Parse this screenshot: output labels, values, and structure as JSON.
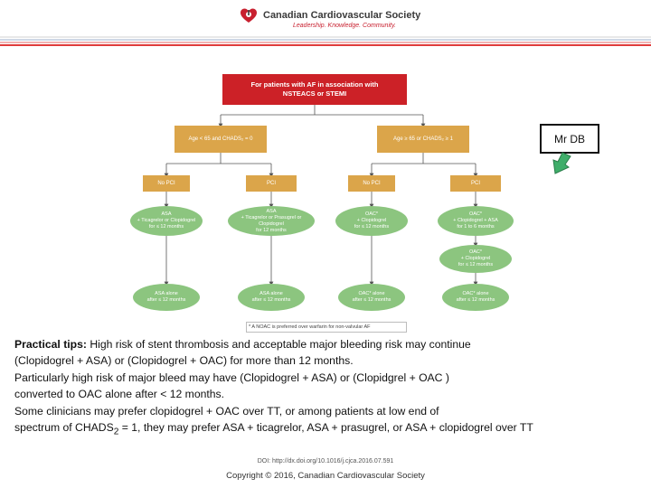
{
  "header": {
    "org_name": "Canadian Cardiovascular Society",
    "tagline": "Leadership. Knowledge. Community."
  },
  "flowchart": {
    "top": {
      "line1": "For patients with AF in association with",
      "line2": "NSTEACS or STEMI"
    },
    "branches": [
      "Age < 65 and CHADS₂ = 0",
      "Age ≥ 65 or CHADS₂ ≥ 1"
    ],
    "pci_boxes": [
      "No PCI",
      "PCI",
      "No PCI",
      "PCI"
    ],
    "therapy_ovals": [
      {
        "l1": "ASA",
        "l2": "+ Ticagrelor or Clopidogrel",
        "l3": "for ≤ 12 months"
      },
      {
        "l1": "ASA",
        "l2": "+ Ticagrelor or Prasugrel or Clopidogrel",
        "l3": "for 12 months"
      },
      {
        "l1": "OAC*",
        "l2": "+ Clopidogrel",
        "l3": "for ≤ 12 months"
      },
      {
        "l1": "OAC*",
        "l2": "+ Clopidogrel + ASA",
        "l3": "for 1 to 6 months"
      }
    ],
    "oac_extra": {
      "l1": "OAC*",
      "l2": "+ Clopidogrel",
      "l3": "for ≤ 12 months"
    },
    "final_ovals": [
      {
        "l1": "ASA alone",
        "l2": "after ≤ 12 months"
      },
      {
        "l1": "ASA alone",
        "l2": "after ≤ 12 months"
      },
      {
        "l1": "OAC* alone",
        "l2": "after ≤ 12 months"
      },
      {
        "l1": "OAC* alone",
        "l2": "after ≤ 12 months"
      }
    ],
    "footnote": "* A NOAC is preferred over warfarin for non-valvular AF"
  },
  "callout": {
    "label": "Mr DB"
  },
  "tips": {
    "heading": "Practical tips:",
    "line1_rest": " High risk of stent thrombosis and acceptable major bleeding risk may continue",
    "line2": "(Clopidogrel + ASA) or (Clopidogrel + OAC) for more than 12 months.",
    "line3": "Particularly high risk of major bleed may have (Clopidogrel + ASA) or (Clopidgrel + OAC )",
    "line4": "converted to OAC alone after < 12 months.",
    "line5": "Some clinicians may prefer clopidogrel + OAC over TT, or among patients at low end of",
    "line6_a": "spectrum of CHADS",
    "line6_sub": "2",
    "line6_b": " = 1, they may prefer ASA + ticagrelor, ASA + prasugrel, or ASA + clopidogrel  over TT"
  },
  "footer": {
    "doi": "DOI: http://dx.doi.org/10.1016/j.cjca.2016.07.591",
    "copyright": "Copyright © 2016, Canadian Cardiovascular Society"
  },
  "colors": {
    "red": "#cc2127",
    "gold": "#dba54a",
    "green": "#8cc57f",
    "arrow_green": "#3fae6a"
  }
}
